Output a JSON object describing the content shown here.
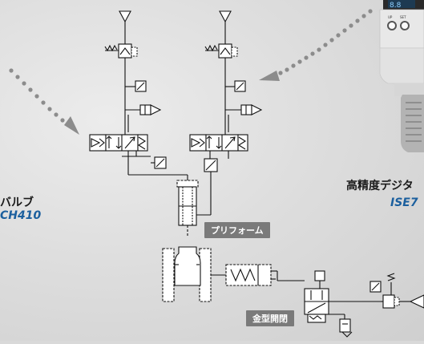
{
  "labels": {
    "valve_name_partial": "バルブ",
    "valve_model_partial": "CH410",
    "sensor_name_partial": "高精度デジタ",
    "sensor_model_partial": "ISE7",
    "preform": "プリフォーム",
    "mold": "金型開閉"
  },
  "sensor_display": {
    "digits": "8.8",
    "button_left": "UP",
    "button_right": "SET"
  },
  "colors": {
    "background": "#dedede",
    "line": "#111111",
    "dotted_arrow": "#8c8c8c",
    "tag_bg": "#7a7a7a",
    "model_text": "#1b5f9e"
  }
}
